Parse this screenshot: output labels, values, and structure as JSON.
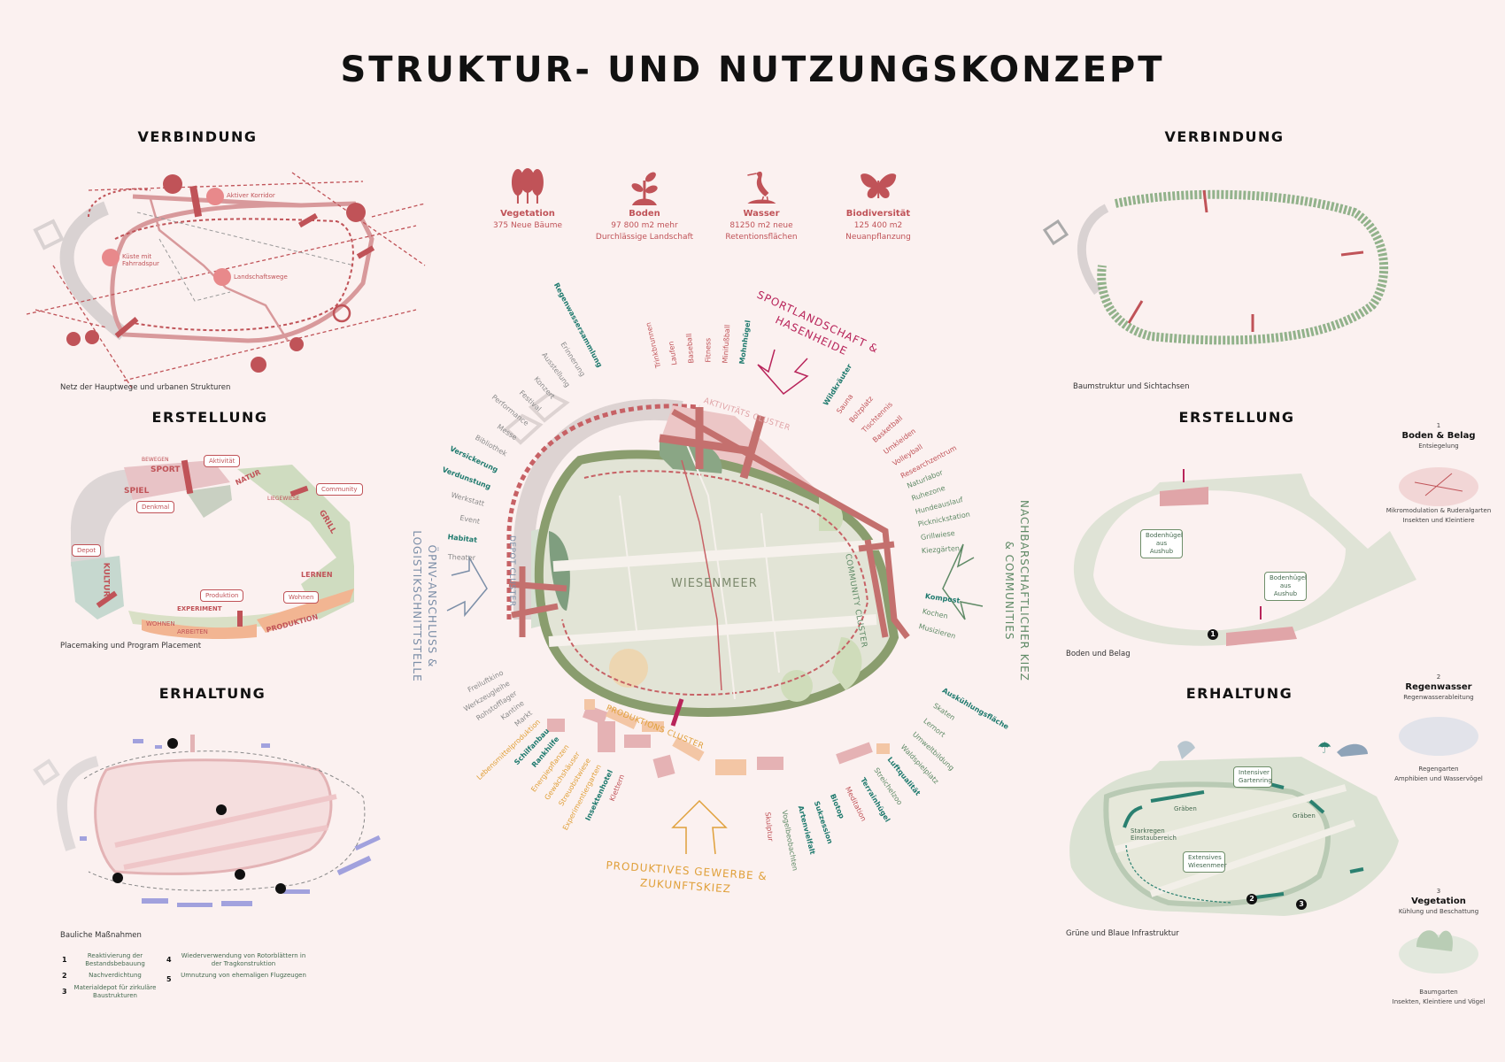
{
  "title": "STRUKTUR- UND NUTZUNGSKONZEPT",
  "colors": {
    "background": "#fbf1f0",
    "pink": "#c05358",
    "magenta": "#b8245a",
    "teal": "#1f7a6e",
    "green": "#5f8a66",
    "orange": "#e0a03a",
    "gray": "#8a8a8a",
    "blue": "#7c8fa8"
  },
  "stats": [
    {
      "icon": "trees-icon",
      "label": "Vegetation",
      "lines": [
        "375 Neue Bäume"
      ]
    },
    {
      "icon": "sprout-icon",
      "label": "Boden",
      "lines": [
        "97 800 m2 mehr",
        "Durchlässige Landschaft"
      ]
    },
    {
      "icon": "heron-icon",
      "label": "Wasser",
      "lines": [
        "81250 m2 neue",
        "Retentionsflächen"
      ]
    },
    {
      "icon": "butterfly-icon",
      "label": "Biodiversität",
      "lines": [
        "125 400 m2",
        "Neuanpflanzung"
      ]
    }
  ],
  "left": {
    "verbindung": {
      "heading": "VERBINDUNG",
      "caption": "Netz der Hauptwege und urbanen Strukturen",
      "labels": [
        "Aktiver Korridor",
        "Küste mit",
        "Fahrradspur",
        "Landschaftswege"
      ]
    },
    "erstellung": {
      "heading": "ERSTELLUNG",
      "caption": "Placemaking und Program Placement",
      "bubbles": [
        "Aktivität",
        "Denkmal",
        "Community",
        "Depot",
        "Produktion",
        "Wohnen"
      ],
      "words": [
        "SPORT",
        "SPIEL",
        "NATUR",
        "GRILL",
        "KULTUR",
        "LERNEN",
        "PRODUKTION",
        "WOHNEN",
        "ARBEITEN",
        "EXPERIMENT",
        "LIEGEWIESE",
        "BEWEGEN"
      ]
    },
    "erhaltung": {
      "heading": "ERHALTUNG",
      "caption": "Bauliche Maßnahmen",
      "legend": [
        {
          "n": "1",
          "text": "Reaktivierung der Bestandsbebauung"
        },
        {
          "n": "2",
          "text": "Nachverdichtung"
        },
        {
          "n": "3",
          "text": "Materialdepot für zirkuläre Baustrukturen"
        },
        {
          "n": "4",
          "text": "Wiederverwendung von Rotorblättern in der Tragkonstruktion"
        },
        {
          "n": "5",
          "text": "Umnutzung von ehemaligen Flugzeugen"
        }
      ]
    }
  },
  "right": {
    "verbindung": {
      "heading": "VERBINDUNG",
      "caption": "Baumstruktur und Sichtachsen"
    },
    "erstellung": {
      "heading": "ERSTELLUNG",
      "caption": "Boden und Belag",
      "bubbles": [
        "Bodenhügel aus Aushub",
        "Bodenhügel aus Aushub"
      ],
      "marker": "1"
    },
    "erhaltung": {
      "heading": "ERHALTUNG",
      "caption": "Grüne und Blaue Infrastruktur",
      "labels": [
        "Gräben",
        "Gräben",
        "Starkregen Einstaubereich"
      ],
      "bubbles": [
        "Intensiver Gartenring",
        "Extensives Wiesenmeer"
      ],
      "markers": [
        "2",
        "3"
      ]
    },
    "panels": [
      {
        "n": "1",
        "title": "Boden & Belag",
        "sub": "Entsiegelung",
        "lines": [
          "Mikromodulation & Ruderalgarten",
          "Insekten und Kleintiere"
        ]
      },
      {
        "n": "2",
        "title": "Regenwasser",
        "sub": "Regenwasserableitung",
        "lines": [
          "Regengarten",
          "Amphibien und Wasservögel"
        ]
      },
      {
        "n": "3",
        "title": "Vegetation",
        "sub": "Kühlung und Beschattung",
        "lines": [
          "Baumgarten",
          "Insekten, Kleintiere und Vögel"
        ]
      }
    ]
  },
  "center": {
    "field": "WIESENMEER",
    "clusters": {
      "aktivitaet": "AKTIVITÄTS CLUSTER",
      "community": "COMMUNITY CLUSTER",
      "produktion": "PRODUKTIONS CLUSTER",
      "depot": "DEPOT CLUSTER"
    },
    "themes": {
      "sport": "SPORTLANDSCHAFT & HASENHEIDE",
      "kiez": "NACHBARSCHAFTLICHER KIEZ & COMMUNITIES",
      "gewerbe": "PRODUKTIVES GEWERBE & ZUKUNFTSKIEZ",
      "oepnv": "ÖPNV-ANSCHLUSS & LOGISTIKSCHNITTSTELLE"
    },
    "label_groups": [
      {
        "side": "left",
        "from": -118,
        "to": -178,
        "items": [
          [
            "Regenwassersammlung",
            "teal"
          ],
          [
            "Erinnerung",
            "gray"
          ],
          [
            "Ausstellung",
            "gray"
          ],
          [
            "Konzert",
            "gray"
          ],
          [
            "Festival",
            "gray"
          ],
          [
            "Performance",
            "gray"
          ],
          [
            "Messe",
            "gray"
          ],
          [
            "Bibliothek",
            "gray"
          ],
          [
            "Versickerung",
            "teal"
          ],
          [
            "Verdunstung",
            "teal"
          ],
          [
            "Werkstatt",
            "gray"
          ],
          [
            "Event",
            "gray"
          ],
          [
            "Habitat",
            "teal"
          ],
          [
            "Theater",
            "gray"
          ]
        ]
      },
      {
        "side": "right",
        "from": -103,
        "to": -82,
        "items": [
          [
            "Trinkbrunnen",
            "pink"
          ],
          [
            "Laufen",
            "pink"
          ],
          [
            "Baseball",
            "pink"
          ],
          [
            "Fitness",
            "pink"
          ],
          [
            "Minifußball",
            "pink"
          ],
          [
            "Mohnhügel",
            "teal"
          ]
        ]
      },
      {
        "side": "right",
        "from": -58,
        "to": -28,
        "items": [
          [
            "Wildkräuter",
            "teal"
          ],
          [
            "Sauna",
            "pink"
          ],
          [
            "Bolzplatz",
            "pink"
          ],
          [
            "Tischtennis",
            "pink"
          ],
          [
            "Basketball",
            "pink"
          ],
          [
            "Umkleiden",
            "pink"
          ],
          [
            "Volleyball",
            "pink"
          ],
          [
            "Researchzentrum",
            "pink"
          ]
        ]
      },
      {
        "side": "right",
        "from": -22,
        "to": -4,
        "items": [
          [
            "Naturlabor",
            "green"
          ],
          [
            "Ruhezone",
            "green"
          ],
          [
            "Hundeauslauf",
            "green"
          ],
          [
            "Picknickstation",
            "green"
          ],
          [
            "Grillwiese",
            "green"
          ],
          [
            "Kiezgärten",
            "green"
          ]
        ]
      },
      {
        "side": "right",
        "from": 8,
        "to": 16,
        "items": [
          [
            "Kompost",
            "teal"
          ],
          [
            "Kochen",
            "green"
          ],
          [
            "Musizieren",
            "green"
          ]
        ]
      },
      {
        "side": "right",
        "from": 30,
        "to": 84,
        "items": [
          [
            "Auskühlungsfläche",
            "teal"
          ],
          [
            "Skaten",
            "green"
          ],
          [
            "Lernort",
            "green"
          ],
          [
            "Umweltbildung",
            "green"
          ],
          [
            "Waldspielplatz",
            "green"
          ],
          [
            "Luftqualität",
            "teal"
          ],
          [
            "Streichelzoo",
            "green"
          ],
          [
            "Terrainhügel",
            "teal"
          ],
          [
            "Meditation",
            "pink"
          ],
          [
            "Biotop",
            "teal"
          ],
          [
            "Sukzession",
            "teal"
          ],
          [
            "Artenvielfalt",
            "teal"
          ],
          [
            "Vogelbeobachten",
            "green"
          ],
          [
            "Skulptur",
            "pink"
          ]
        ]
      },
      {
        "side": "left",
        "from": 152,
        "to": 112,
        "items": [
          [
            "Freiluftkino",
            "gray"
          ],
          [
            "Werkzeugleihe",
            "gray"
          ],
          [
            "Rohstofflager",
            "gray"
          ],
          [
            "Kantine",
            "gray"
          ],
          [
            "Markt",
            "gray"
          ],
          [
            "Lebensmittelproduktion",
            "orange"
          ],
          [
            "Schilfanbau",
            "teal"
          ],
          [
            "Rankhilfe",
            "teal"
          ],
          [
            "Energiepflanzen",
            "orange"
          ],
          [
            "Gewächshäuser",
            "orange"
          ],
          [
            "Streuobstwiese",
            "orange"
          ],
          [
            "Experimentiergarten",
            "orange"
          ],
          [
            "Insektenhotel",
            "teal"
          ],
          [
            "Klettern",
            "pink"
          ]
        ]
      }
    ]
  }
}
